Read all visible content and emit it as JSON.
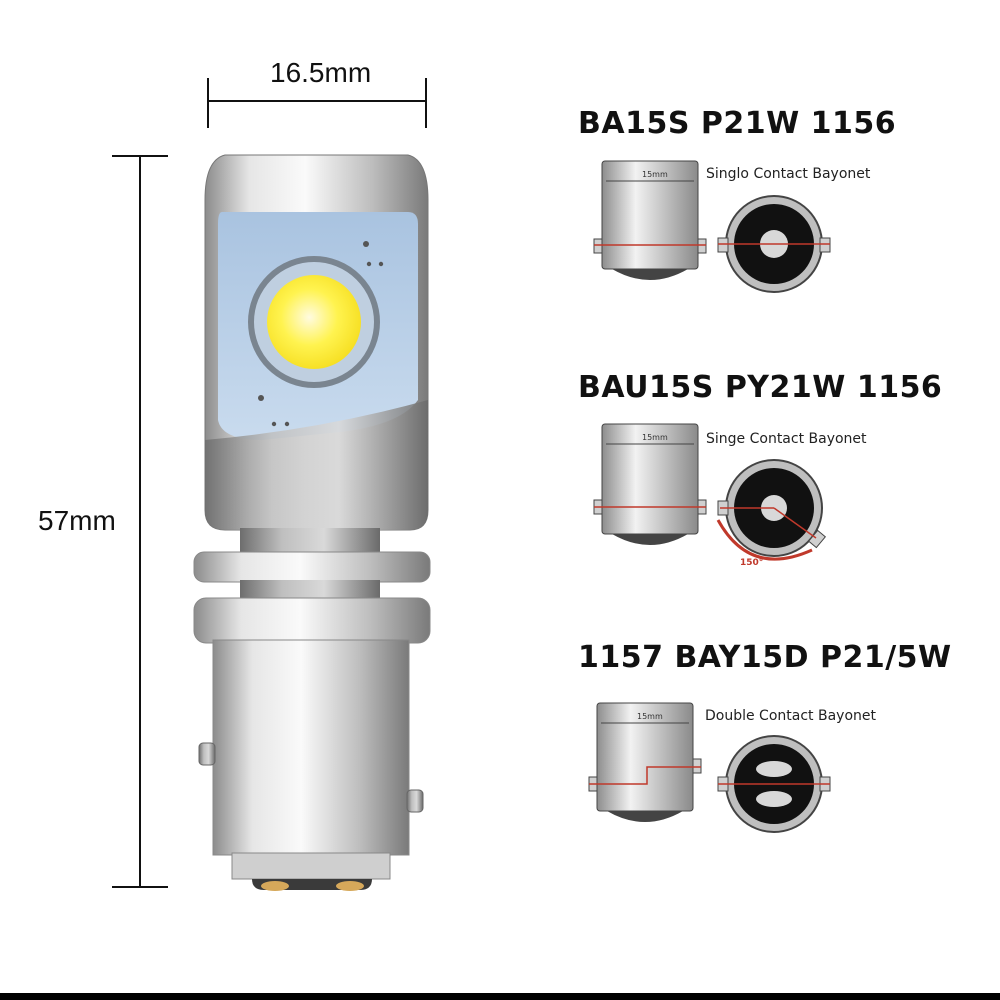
{
  "dimensions": {
    "width_label": "16.5mm",
    "height_label": "57mm"
  },
  "specs": [
    {
      "title": "BA15S P21W 1156",
      "caption": "Singlo Contact Bayonet",
      "base_label": "15mm",
      "type": "single"
    },
    {
      "title": "BAU15S PY21W 1156",
      "caption": "Singe Contact Bayonet",
      "base_label": "15mm",
      "type": "offset",
      "angle_label": "150°"
    },
    {
      "title": "1157 BAY15D P21/5W",
      "caption": "Double Contact Bayonet",
      "base_label": "15mm",
      "type": "double"
    }
  ],
  "colors": {
    "chip_panel": "#b9cfe6",
    "led": "#fff14a",
    "accent_line": "#c0392b",
    "metal": "#c9c9c9"
  }
}
